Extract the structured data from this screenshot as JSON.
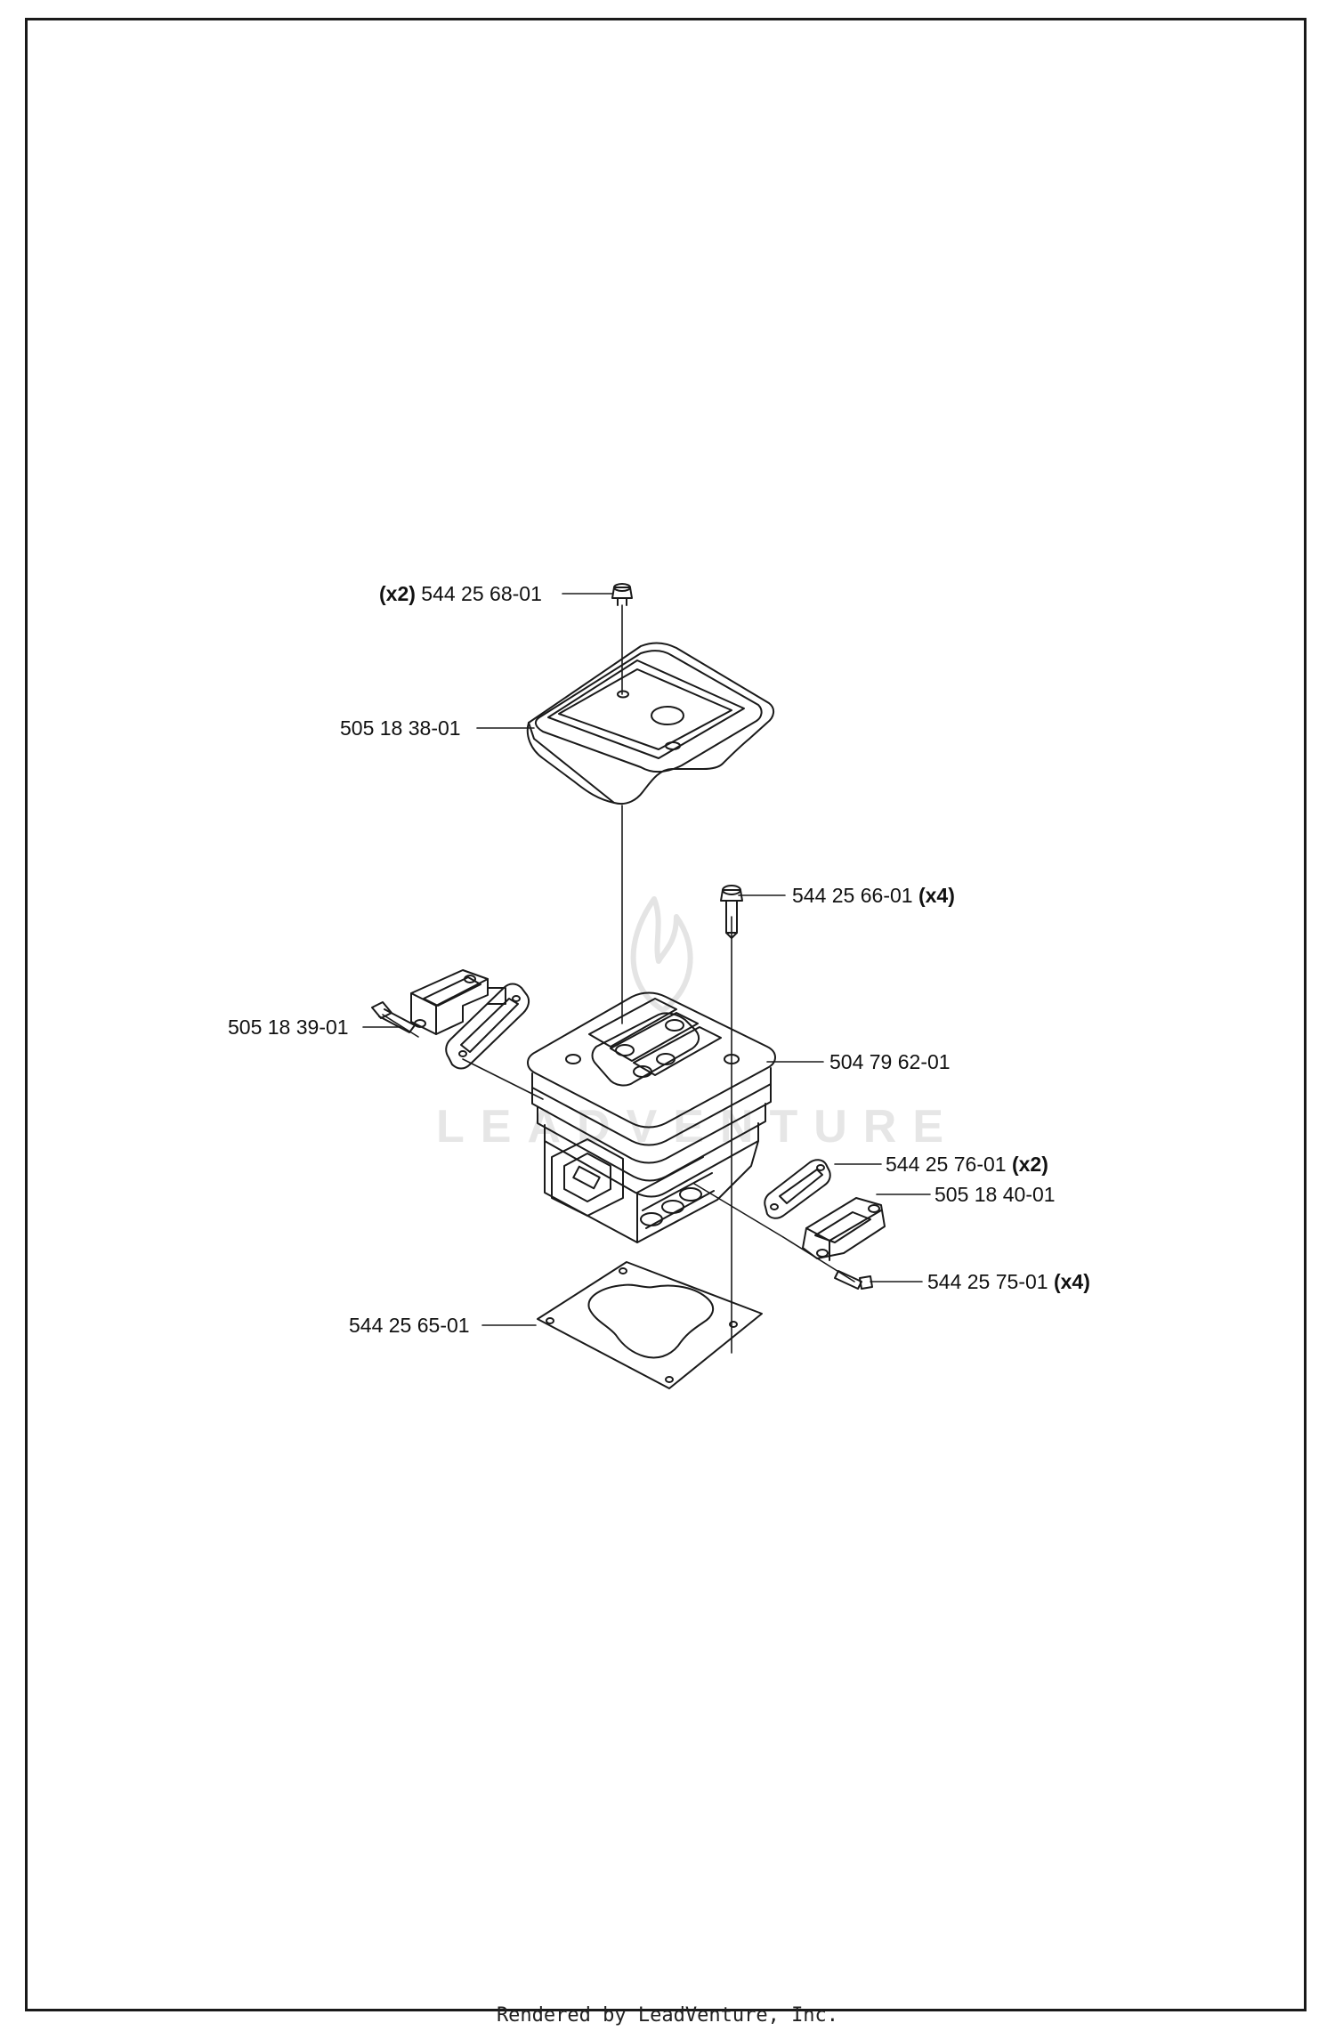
{
  "callouts": [
    {
      "id": "screw-top",
      "qty_prefix": "(x2)",
      "part": "544 25 68-01",
      "qty_suffix": ""
    },
    {
      "id": "cover-plate",
      "qty_prefix": "",
      "part": "505 18 38-01",
      "qty_suffix": ""
    },
    {
      "id": "cylinder-bolt",
      "qty_prefix": "",
      "part": "544 25 66-01",
      "qty_suffix": "(x4)"
    },
    {
      "id": "left-intake",
      "qty_prefix": "",
      "part": "505 18 39-01",
      "qty_suffix": ""
    },
    {
      "id": "cylinder",
      "qty_prefix": "",
      "part": "504 79 62-01",
      "qty_suffix": ""
    },
    {
      "id": "gasket-right",
      "qty_prefix": "",
      "part": "544 25 76-01",
      "qty_suffix": "(x2)"
    },
    {
      "id": "right-intake",
      "qty_prefix": "",
      "part": "505 18 40-01",
      "qty_suffix": ""
    },
    {
      "id": "screw-right",
      "qty_prefix": "",
      "part": "544 25 75-01",
      "qty_suffix": "(x4)"
    },
    {
      "id": "base-gasket",
      "qty_prefix": "",
      "part": "544 25 65-01",
      "qty_suffix": ""
    }
  ],
  "watermark": "LEADVENTURE",
  "footer": "Rendered by LeadVenture, Inc."
}
